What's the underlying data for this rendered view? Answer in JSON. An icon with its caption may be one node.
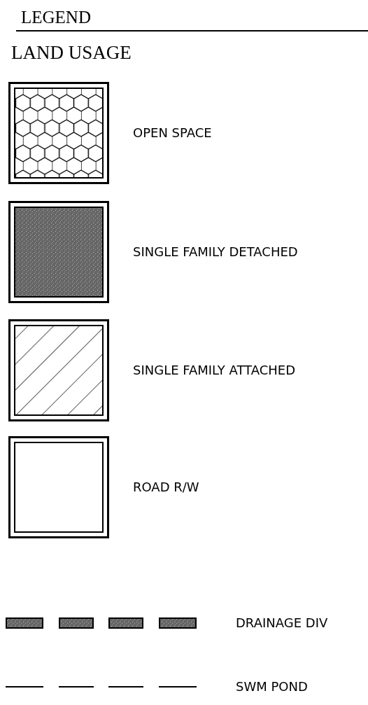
{
  "diagram": {
    "title": "LEGEND",
    "labels": [
      "LAND USAGE"
    ],
    "legend": [
      {
        "text": "OPEN SPACE"
      },
      {
        "text": "SINGLE FAMILY DETACHED"
      },
      {
        "text": "SINGLE FAMILY ATTACHED"
      },
      {
        "text": "ROAD R/W"
      },
      {
        "text": "DRAINAGE DIV"
      },
      {
        "text": "SWM POND"
      }
    ]
  }
}
